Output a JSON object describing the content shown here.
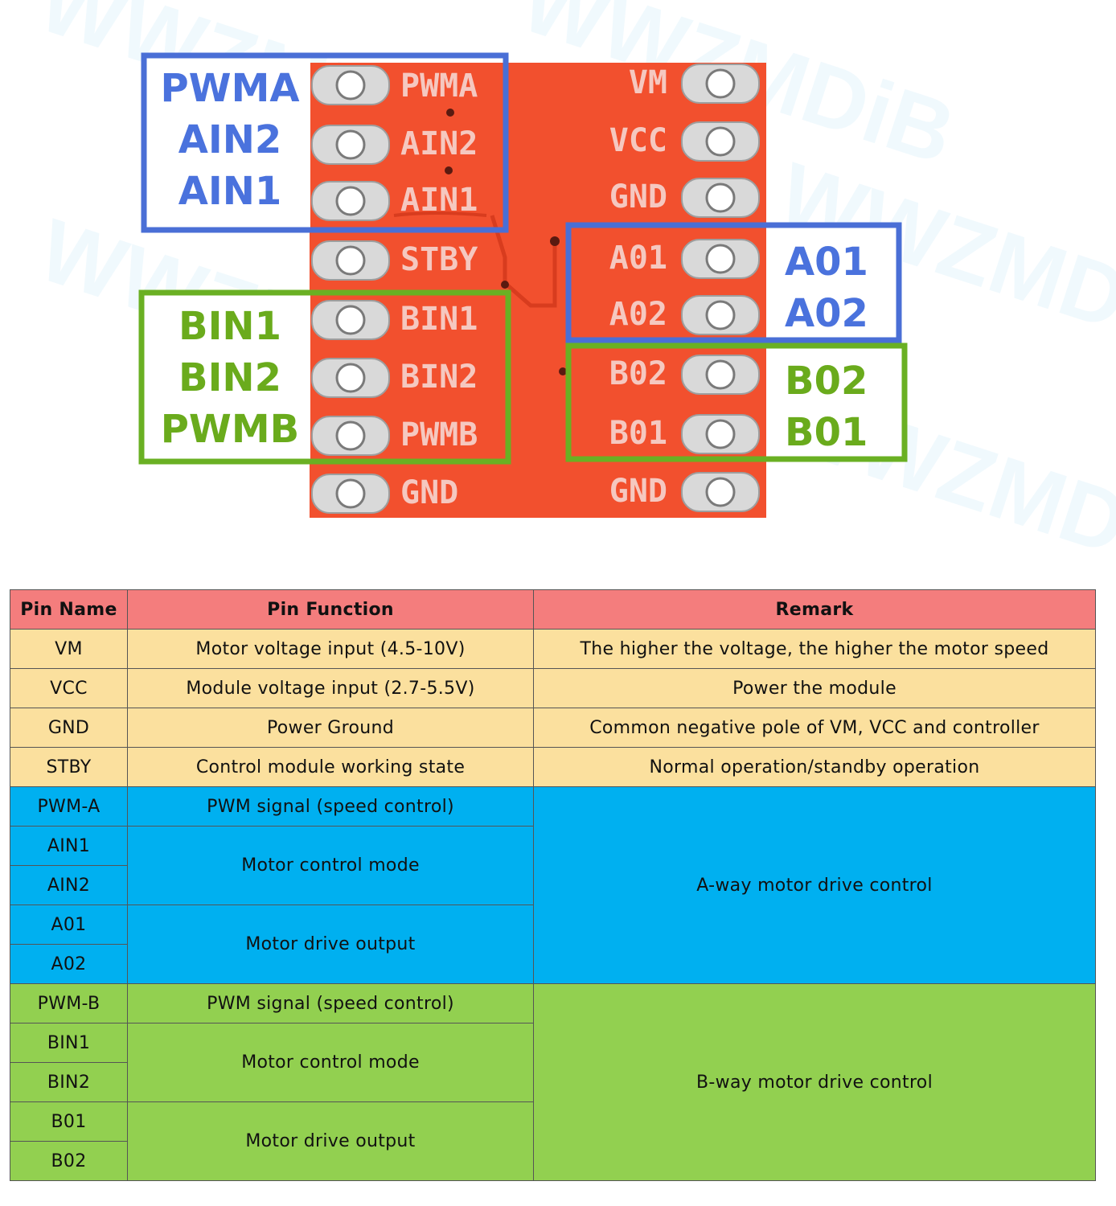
{
  "board": {
    "left_pins": [
      "PWMA",
      "AIN2",
      "AIN1",
      "STBY",
      "BIN1",
      "BIN2",
      "PWMB",
      "GND"
    ],
    "right_pins": [
      "VM",
      "VCC",
      "GND",
      "A01",
      "A02",
      "B02",
      "B01",
      "GND"
    ],
    "colors": {
      "pcb": "#f2502e",
      "silk": "#f5c8c0",
      "pad": "#d9d9d9",
      "blue_box": "#4a6fd6",
      "green_box": "#6ab023"
    }
  },
  "callouts": {
    "left_blue": [
      "PWMA",
      "AIN2",
      "AIN1"
    ],
    "left_green": [
      "BIN1",
      "BIN2",
      "PWMB"
    ],
    "right_blue": [
      "A01",
      "A02"
    ],
    "right_green": [
      "B02",
      "B01"
    ]
  },
  "watermark": "WWZMDiB",
  "table": {
    "headers": [
      "Pin Name",
      "Pin Function",
      "Remark"
    ],
    "power_rows": [
      {
        "pin": "VM",
        "function": "Motor voltage input (4.5-10V)",
        "remark": "The higher the voltage, the higher the motor speed"
      },
      {
        "pin": "VCC",
        "function": "Module voltage input (2.7-5.5V)",
        "remark": "Power the module"
      },
      {
        "pin": "GND",
        "function": "Power Ground",
        "remark": "Common negative pole of VM, VCC and controller"
      },
      {
        "pin": "STBY",
        "function": "Control module working state",
        "remark": "Normal operation/standby operation"
      }
    ],
    "group_a": {
      "pins": [
        "PWM-A",
        "AIN1",
        "AIN2",
        "A01",
        "A02"
      ],
      "pwm_function": "PWM signal (speed control)",
      "mode_function": "Motor control mode",
      "output_function": "Motor drive output",
      "remark": "A-way motor drive control"
    },
    "group_b": {
      "pins": [
        "PWM-B",
        "BIN1",
        "BIN2",
        "B01",
        "B02"
      ],
      "pwm_function": "PWM signal (speed control)",
      "mode_function": "Motor control mode",
      "output_function": "Motor drive output",
      "remark": "B-way motor drive control"
    }
  }
}
